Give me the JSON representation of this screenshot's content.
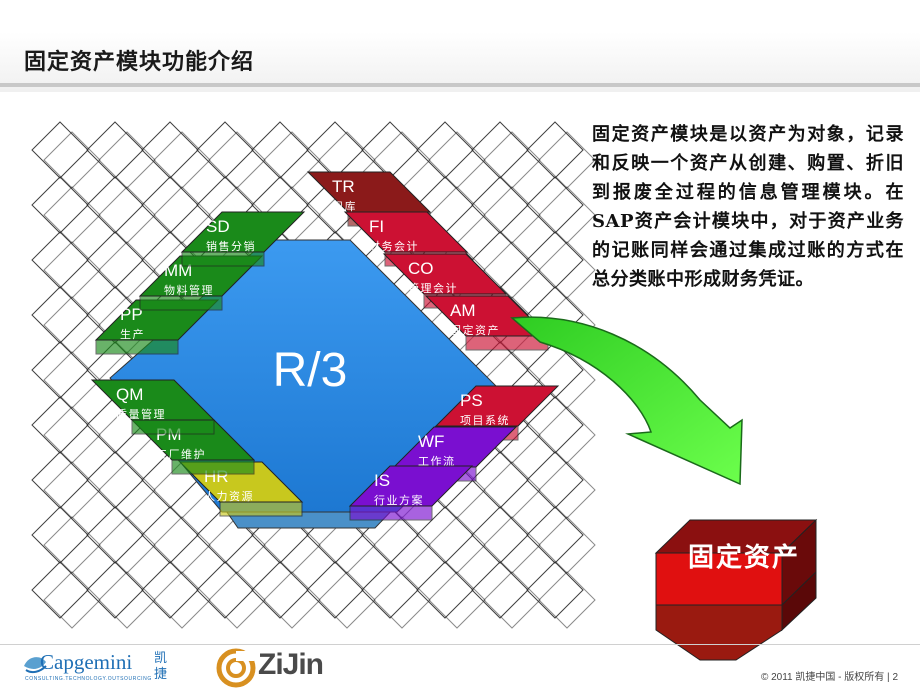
{
  "header": {
    "title": "固定资产模块功能介绍"
  },
  "diagram": {
    "center_label": "R/3",
    "modules": [
      {
        "code": "TR",
        "name": "司库"
      },
      {
        "code": "FI",
        "name": "财务会计"
      },
      {
        "code": "CO",
        "name": "管理会计"
      },
      {
        "code": "AM",
        "name": "固定资产"
      },
      {
        "code": "PS",
        "name": "项目系统"
      },
      {
        "code": "WF",
        "name": "工作流"
      },
      {
        "code": "IS",
        "name": "行业方案"
      },
      {
        "code": "HR",
        "name": "人力资源"
      },
      {
        "code": "PM",
        "name": "工厂维护"
      },
      {
        "code": "QM",
        "name": "质量管理"
      },
      {
        "code": "PP",
        "name": "生产"
      },
      {
        "code": "MM",
        "name": "物料管理"
      },
      {
        "code": "SD",
        "name": "销售分销"
      }
    ],
    "target_label": "固定资产",
    "colors": {
      "finance": "#cc1133",
      "logistics": "#1a8a1a",
      "hr": "#c8c81e",
      "industry": "#7a0fd0",
      "treasury": "#8b1a1a",
      "core": "#2a8ae0",
      "arrow": "#33dd22",
      "target": "#e01010"
    }
  },
  "description": "固定资产模块是以资产为对象，记录和反映一个资产从创建、购置、折旧到报废全过程的信息管理模块。在SAP资产会计模块中，对于资产业务的记账同样会通过集成过账的方式在总分类账中形成财务凭证。",
  "footer": {
    "capgemini": "Capgemini",
    "capgemini_cn": "凯捷",
    "capgemini_sub": "CONSULTING.TECHNOLOGY.OUTSOURCING",
    "zijin": "ZiJin",
    "copyright": "© 2011 凯捷中国 - 版权所有 | 2",
    "page": "2"
  }
}
